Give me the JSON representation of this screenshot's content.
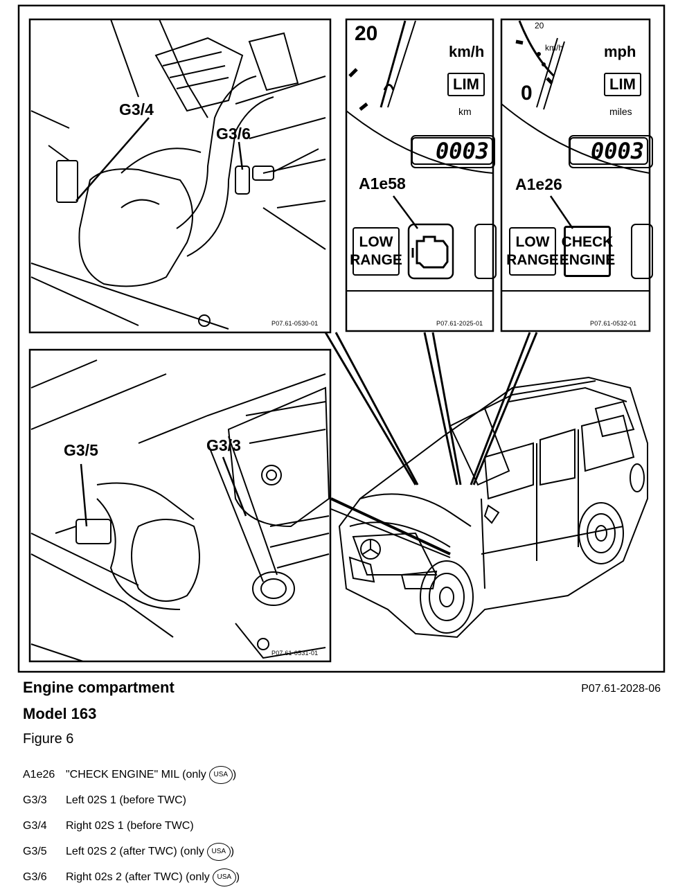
{
  "figure": {
    "callouts": {
      "g3_4": "G3/4",
      "g3_6": "G3/6",
      "g3_5": "G3/5",
      "g3_3": "G3/3",
      "a1e58": "A1e58",
      "a1e26": "A1e26"
    },
    "panel_refs": {
      "top_left": "P07.61-0530-01",
      "cluster_metric": "P07.61-2025-01",
      "cluster_usa": "P07.61-0532-01",
      "bottom_left": "P07.61-0531-01"
    },
    "cluster_metric": {
      "speed": "20",
      "unit": "km/h",
      "lim": "LIM",
      "odo_unit": "km",
      "odometer": "0003",
      "lamp_low_1": "LOW",
      "lamp_low_2": "RANGE"
    },
    "cluster_usa": {
      "tick_20": "20",
      "tick_kmh": "km/h",
      "zero": "0",
      "unit": "mph",
      "lim": "LIM",
      "odo_unit": "miles",
      "odometer": "0003",
      "lamp_low_1": "LOW",
      "lamp_low_2": "RANGE",
      "lamp_check_1": "CHECK",
      "lamp_check_2": "ENGINE"
    }
  },
  "caption": {
    "title_1": "Engine compartment",
    "title_2": "Model 163",
    "figure_label": "Figure 6",
    "reference": "P07.61-2028-06",
    "usa_badge": "USA",
    "legend": [
      {
        "code": "A1e26",
        "text": "\"CHECK ENGINE\" MIL (only",
        "usa": true
      },
      {
        "code": "G3/3",
        "text": "Left 02S 1 (before TWC)",
        "usa": false
      },
      {
        "code": "G3/4",
        "text": "Right 02S 1 (before TWC)",
        "usa": false
      },
      {
        "code": "G3/5",
        "text": "Left 02S 2  (after TWC) (only",
        "usa": true
      },
      {
        "code": "G3/6",
        "text": "Right 02s 2 (after TWC) (only",
        "usa": true
      }
    ]
  }
}
